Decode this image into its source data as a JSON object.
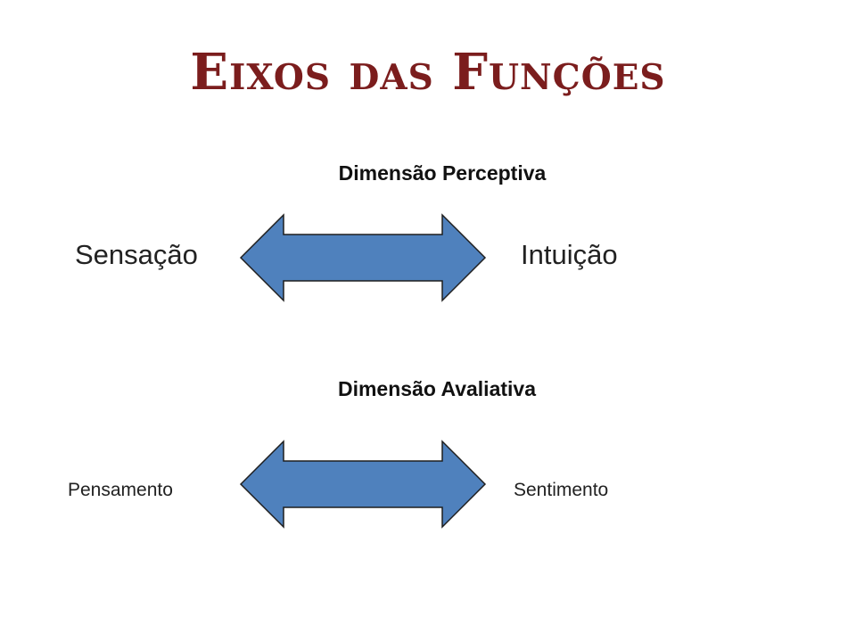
{
  "slide": {
    "title": "Eixos das Funções",
    "colors": {
      "title": "#7b1d1d",
      "arrow_fill": "#4f81bd",
      "arrow_stroke": "#1f1f1f"
    }
  },
  "axes": [
    {
      "dimension": "Dimensão Perceptiva",
      "left_pole": "Sensação",
      "right_pole": "Intuição"
    },
    {
      "dimension": "Dimensão Avaliativa",
      "left_pole": "Pensamento",
      "right_pole": "Sentimento"
    }
  ]
}
